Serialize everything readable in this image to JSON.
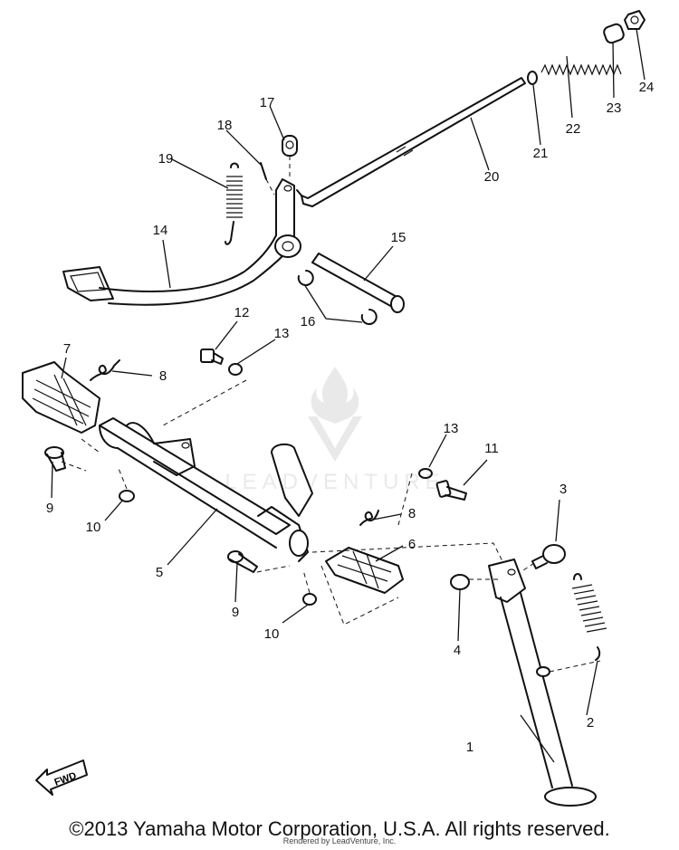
{
  "diagram": {
    "callouts": [
      {
        "id": "c1",
        "text": "1"
      },
      {
        "id": "c2",
        "text": "2"
      },
      {
        "id": "c3",
        "text": "3"
      },
      {
        "id": "c4",
        "text": "4"
      },
      {
        "id": "c5",
        "text": "5"
      },
      {
        "id": "c6",
        "text": "6"
      },
      {
        "id": "c7",
        "text": "7"
      },
      {
        "id": "c8a",
        "text": "8"
      },
      {
        "id": "c8b",
        "text": "8"
      },
      {
        "id": "c9a",
        "text": "9"
      },
      {
        "id": "c9b",
        "text": "9"
      },
      {
        "id": "c10a",
        "text": "10"
      },
      {
        "id": "c10b",
        "text": "10"
      },
      {
        "id": "c11",
        "text": "11"
      },
      {
        "id": "c12",
        "text": "12"
      },
      {
        "id": "c13a",
        "text": "13"
      },
      {
        "id": "c13b",
        "text": "13"
      },
      {
        "id": "c14",
        "text": "14"
      },
      {
        "id": "c15",
        "text": "15"
      },
      {
        "id": "c16",
        "text": "16"
      },
      {
        "id": "c17",
        "text": "17"
      },
      {
        "id": "c18",
        "text": "18"
      },
      {
        "id": "c19",
        "text": "19"
      },
      {
        "id": "c20",
        "text": "20"
      },
      {
        "id": "c21",
        "text": "21"
      },
      {
        "id": "c22",
        "text": "22"
      },
      {
        "id": "c23",
        "text": "23"
      },
      {
        "id": "c24",
        "text": "24"
      }
    ],
    "fwd_label": "FWD"
  },
  "watermark": {
    "text": "LEADVENTURE"
  },
  "footer": {
    "copyright": "©2013 Yamaha Motor Corporation, U.S.A. All rights reserved.",
    "rendered_by": "Rendered by LeadVenture, Inc."
  }
}
